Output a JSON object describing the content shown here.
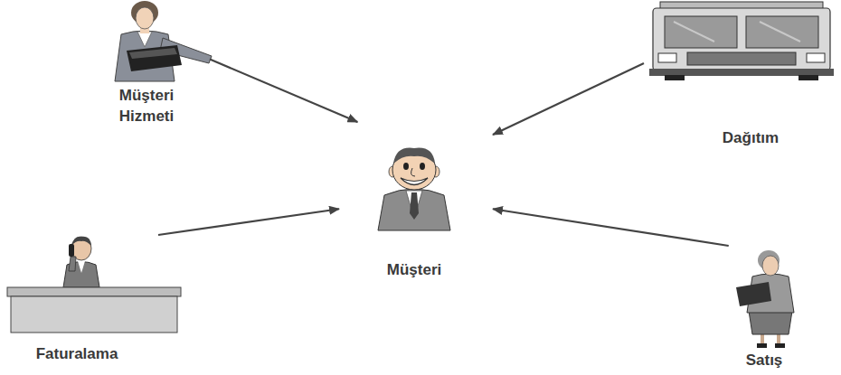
{
  "diagram": {
    "nodes": [
      {
        "text": [
          "Müşteri Hizmeti"
        ]
      },
      {
        "text": [
          "Dağıtım"
        ]
      },
      {
        "text": [
          "Müşteri"
        ]
      },
      {
        "text": [
          "Faturalama"
        ]
      },
      {
        "text": [
          "Satış"
        ]
      }
    ],
    "edges": [
      {
        "from": 0,
        "to": 2,
        "arrow": "to"
      },
      {
        "from": 1,
        "to": 2,
        "arrow": "to"
      },
      {
        "from": 3,
        "to": 2,
        "arrow": "to"
      },
      {
        "from": 4,
        "to": 2,
        "arrow": "to"
      }
    ]
  }
}
